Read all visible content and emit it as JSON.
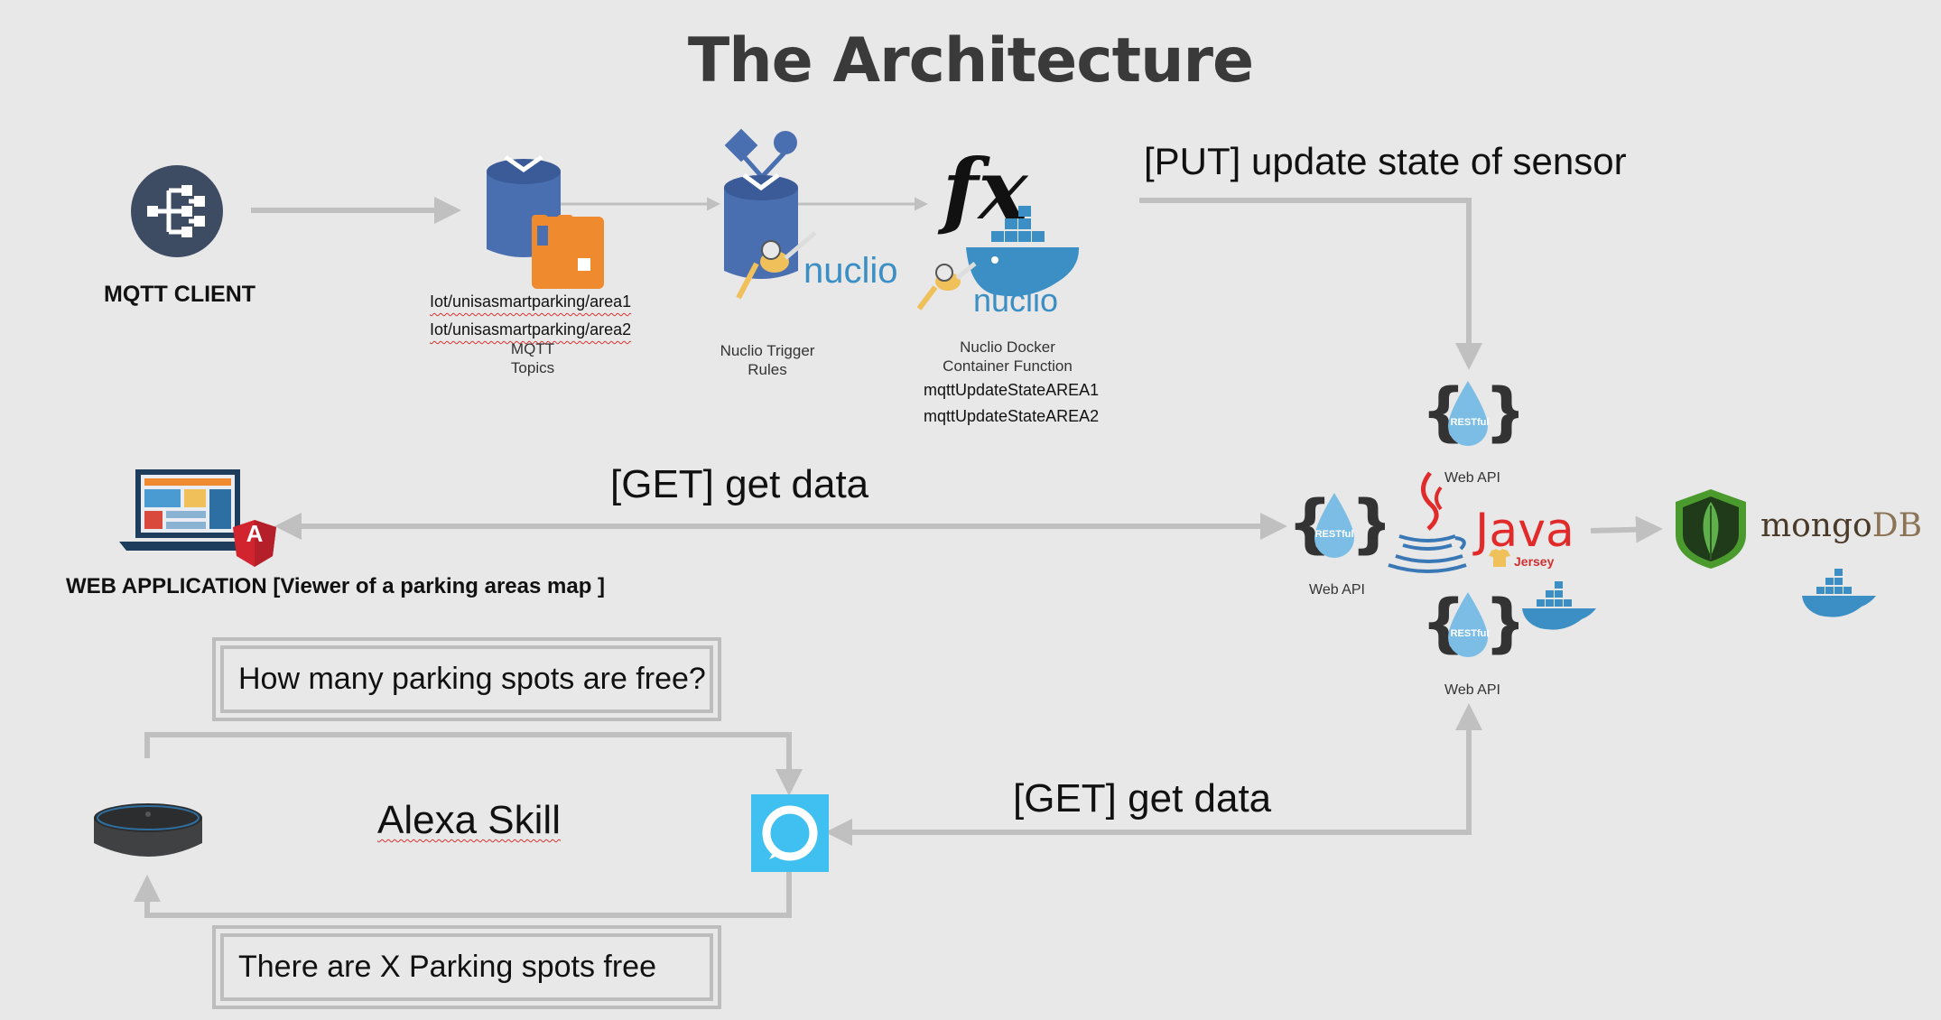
{
  "title": "The Architecture",
  "mqtt_client": {
    "label": "MQTT CLIENT",
    "icon": "mqtt-hub-icon"
  },
  "rabbitmq": {
    "topic1": "Iot/unisasmartparking/area1",
    "topic2": "Iot/unisasmartparking/area2",
    "caption_line1": "MQTT",
    "caption_line2": "Topics",
    "icon": "rabbitmq-queue-icon"
  },
  "nuclio_trigger": {
    "caption_line1": "Nuclio Trigger",
    "caption_line2": "Rules",
    "brand": "nuclio",
    "icon": "nuclio-trigger-icon"
  },
  "nuclio_function": {
    "caption_line1": "Nuclio Docker",
    "caption_line2": "Container Function",
    "fn1": "mqttUpdateStateAREA1",
    "fn2": "mqttUpdateStateAREA2",
    "brand": "nuclio",
    "fx": "fx",
    "icon": "docker-function-icon"
  },
  "put_label": "[PUT] update state of sensor",
  "get_label_web": "[GET] get data",
  "get_label_alexa": "[GET] get data",
  "web_app": {
    "label": "WEB APPLICATION [Viewer of a parking areas map ]",
    "icon": "laptop-angular-icon",
    "angular_letter": "A"
  },
  "api": {
    "restful_text": "RESTful",
    "web_api_top": "Web API",
    "web_api_left": "Web API",
    "web_api_bottom": "Web API",
    "java_text": "Java",
    "jersey_text": "Jersey"
  },
  "mongodb": {
    "text_mongo": "mongo",
    "text_db": "DB",
    "icon": "mongodb-leaf-icon"
  },
  "alexa": {
    "question": "How many parking spots are free?",
    "answer": "There are X Parking spots free",
    "skill_label": "Alexa Skill",
    "device_icon": "echo-dot-icon",
    "logo_icon": "alexa-ring-icon"
  },
  "colors": {
    "background": "#e8e8e8",
    "arrow": "#c0c0c0",
    "docker_blue": "#3c8fc4",
    "restful_drop": "#7cbde6",
    "alexa_blue": "#3fc0f0",
    "angular_red": "#d2242f",
    "java_red": "#e12b2b"
  }
}
